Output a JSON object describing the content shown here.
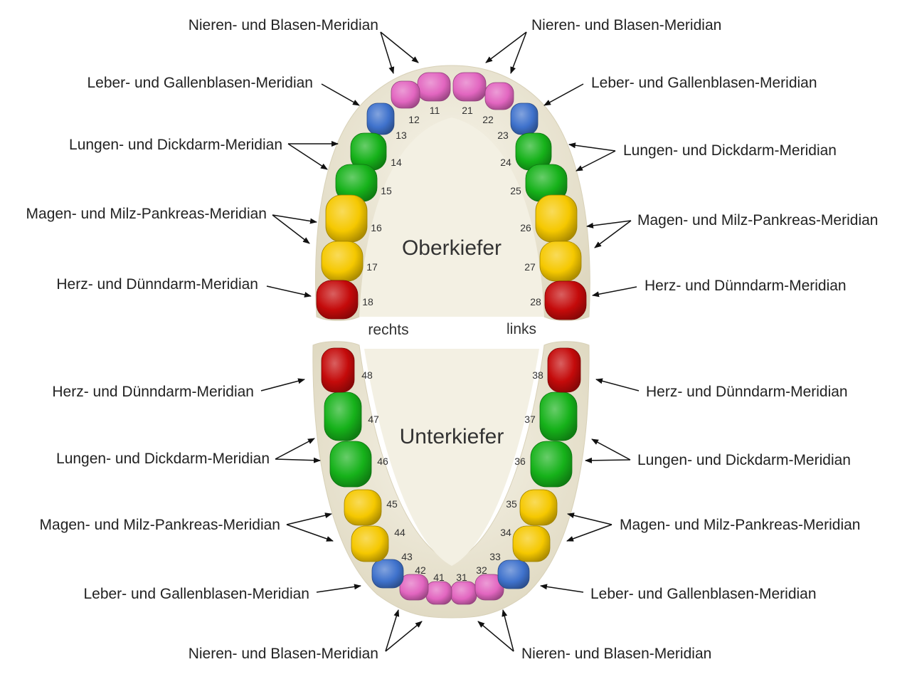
{
  "jaws": {
    "upper_title": "Oberkiefer",
    "lower_title": "Unterkiefer",
    "right_side": "rechts",
    "left_side": "links"
  },
  "colors": {
    "niere": "#e266c0",
    "leber": "#3f72cc",
    "lunge": "#16b21a",
    "magen": "#f5c800",
    "herz": "#c40a0a",
    "gum": "#e9e3cd",
    "palate": "#f4f1e4"
  },
  "labels": {
    "upper_left": [
      "Nieren- und Blasen-Meridian",
      "Leber- und Gallenblasen-Meridian",
      "Lungen- und Dickdarm-Meridian",
      "Magen- und Milz-Pankreas-Meridian",
      "Herz- und Dünndarm-Meridian"
    ],
    "upper_right": [
      "Nieren- und Blasen-Meridian",
      "Leber- und Gallenblasen-Meridian",
      "Lungen- und Dickdarm-Meridian",
      "Magen- und Milz-Pankreas-Meridian",
      "Herz- und Dünndarm-Meridian"
    ],
    "lower_left": [
      "Herz- und Dünndarm-Meridian",
      "Lungen- und Dickdarm-Meridian",
      "Magen- und Milz-Pankreas-Meridian",
      "Leber- und Gallenblasen-Meridian",
      "Nieren- und Blasen-Meridian"
    ],
    "lower_right": [
      "Herz- und Dünndarm-Meridian",
      "Lungen- und Dickdarm-Meridian",
      "Magen- und Milz-Pankreas-Meridian",
      "Leber- und Gallenblasen-Meridian",
      "Nieren- und Blasen-Meridian"
    ]
  },
  "teeth": [
    {
      "n": "11",
      "m": "niere"
    },
    {
      "n": "12",
      "m": "niere"
    },
    {
      "n": "13",
      "m": "leber"
    },
    {
      "n": "14",
      "m": "lunge"
    },
    {
      "n": "15",
      "m": "lunge"
    },
    {
      "n": "16",
      "m": "magen"
    },
    {
      "n": "17",
      "m": "magen"
    },
    {
      "n": "18",
      "m": "herz"
    },
    {
      "n": "21",
      "m": "niere"
    },
    {
      "n": "22",
      "m": "niere"
    },
    {
      "n": "23",
      "m": "leber"
    },
    {
      "n": "24",
      "m": "lunge"
    },
    {
      "n": "25",
      "m": "lunge"
    },
    {
      "n": "26",
      "m": "magen"
    },
    {
      "n": "27",
      "m": "magen"
    },
    {
      "n": "28",
      "m": "herz"
    },
    {
      "n": "31",
      "m": "niere"
    },
    {
      "n": "32",
      "m": "niere"
    },
    {
      "n": "33",
      "m": "leber"
    },
    {
      "n": "34",
      "m": "magen"
    },
    {
      "n": "35",
      "m": "magen"
    },
    {
      "n": "36",
      "m": "lunge"
    },
    {
      "n": "37",
      "m": "lunge"
    },
    {
      "n": "38",
      "m": "herz"
    },
    {
      "n": "41",
      "m": "niere"
    },
    {
      "n": "42",
      "m": "niere"
    },
    {
      "n": "43",
      "m": "leber"
    },
    {
      "n": "44",
      "m": "magen"
    },
    {
      "n": "45",
      "m": "magen"
    },
    {
      "n": "46",
      "m": "lunge"
    },
    {
      "n": "47",
      "m": "lunge"
    },
    {
      "n": "48",
      "m": "herz"
    }
  ]
}
